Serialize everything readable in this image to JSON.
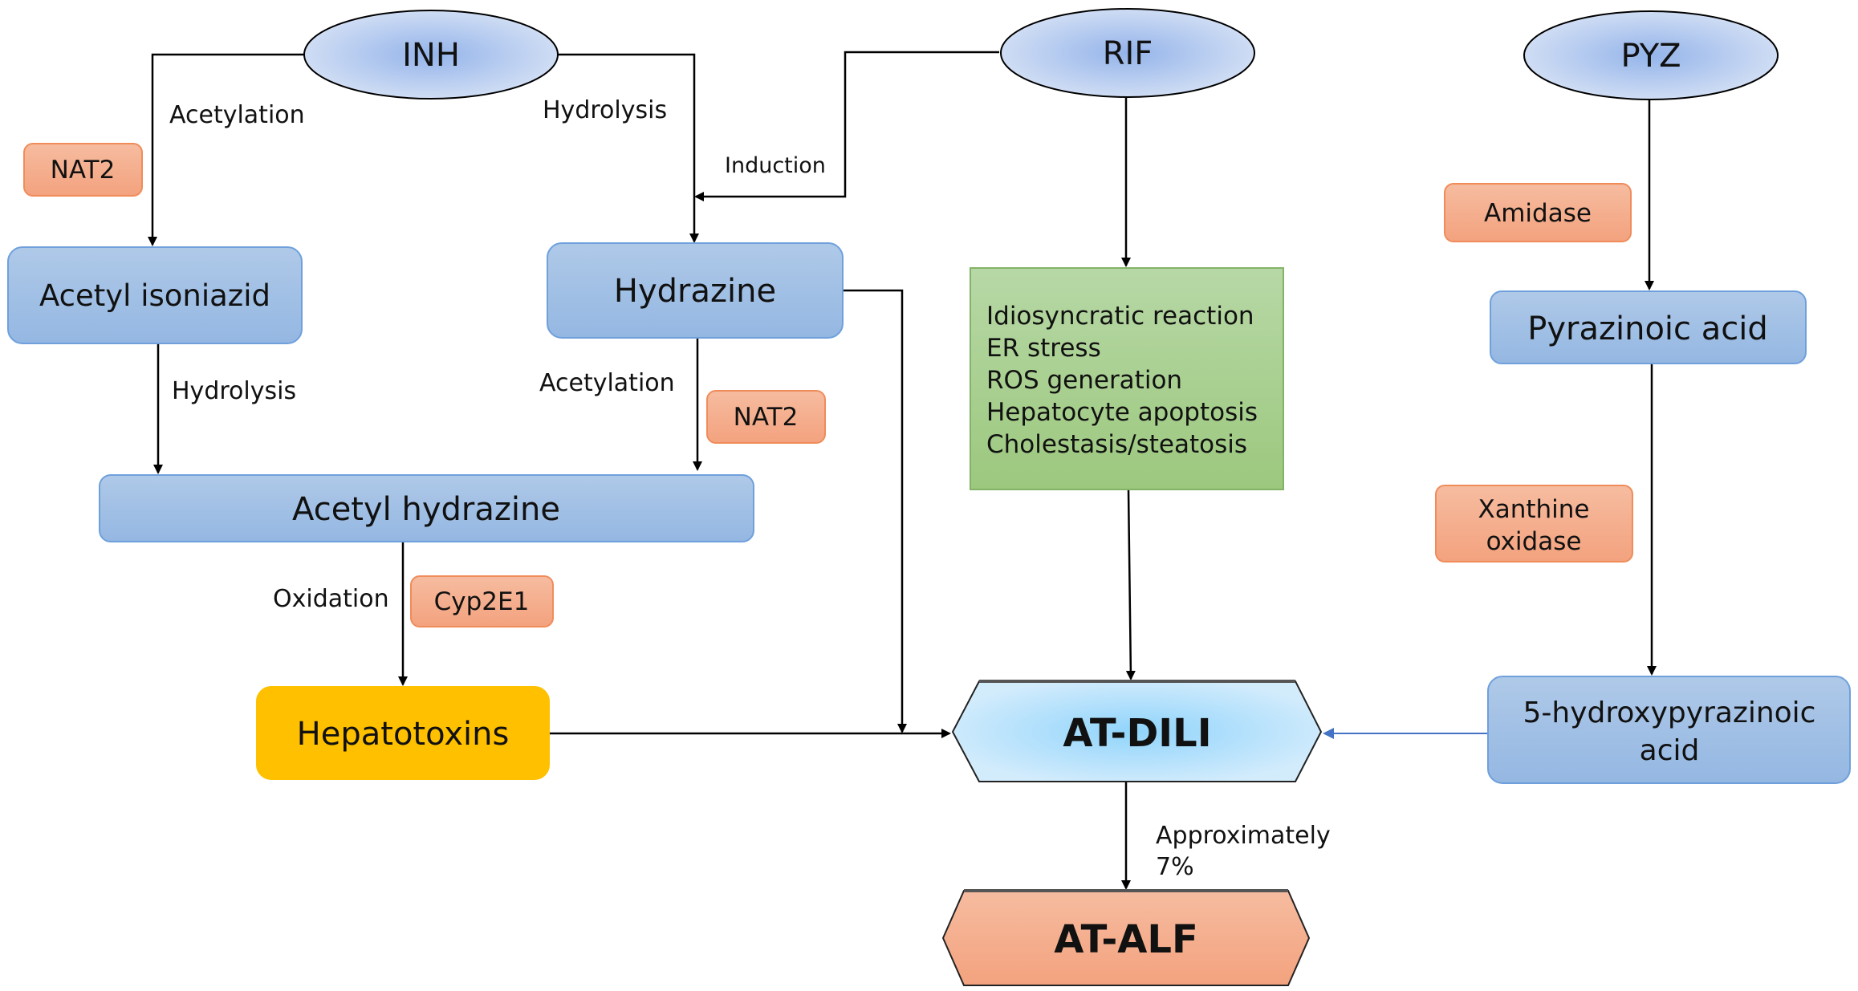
{
  "title": "Mechanisms of anti-tuberculosis drug-induced liver injury",
  "drugs": {
    "inh": "INH",
    "rif": "RIF",
    "pyz": "PYZ"
  },
  "metabolites": {
    "acetyl_isoniazid": "Acetyl isoniazid",
    "hydrazine": "Hydrazine",
    "acetyl_hydrazine": "Acetyl hydrazine",
    "hepatotoxins": "Hepatotoxins",
    "pyrazinoic_acid": "Pyrazinoic acid",
    "hydroxypyrazinoic_line1": "5-hydroxypyrazinoic",
    "hydroxypyrazinoic_line2": "acid"
  },
  "enzymes": {
    "nat2_a": "NAT2",
    "nat2_b": "NAT2",
    "cyp2e1": "Cyp2E1",
    "amidase": "Amidase",
    "xanthine_line1": "Xanthine",
    "xanthine_line2": "oxidase"
  },
  "reactions": {
    "acetylation_1": "Acetylation",
    "hydrolysis_1": "Hydrolysis",
    "induction": "Induction",
    "hydrolysis_2": "Hydrolysis",
    "acetylation_2": "Acetylation",
    "oxidation": "Oxidation",
    "approx_line1": "Approximately",
    "approx_line2": "7%"
  },
  "rif_effects": [
    "Idiosyncratic reaction",
    "ER stress",
    "ROS generation",
    "Hepatocyte apoptosis",
    "Cholestasis/steatosis"
  ],
  "outcomes": {
    "at_dili": "AT-DILI",
    "at_alf": "AT-ALF"
  },
  "colors": {
    "drug_ellipse": "#9db8e8",
    "metabolite_box": "#9dbde6",
    "enzyme_box": "#f4a886",
    "hepatotoxins": "#ffc000",
    "rif_effects_box": "#a3cc8a",
    "at_dili": "#99d6fa",
    "at_alf": "#f4a886",
    "arrow_blue": "#4472c4"
  }
}
